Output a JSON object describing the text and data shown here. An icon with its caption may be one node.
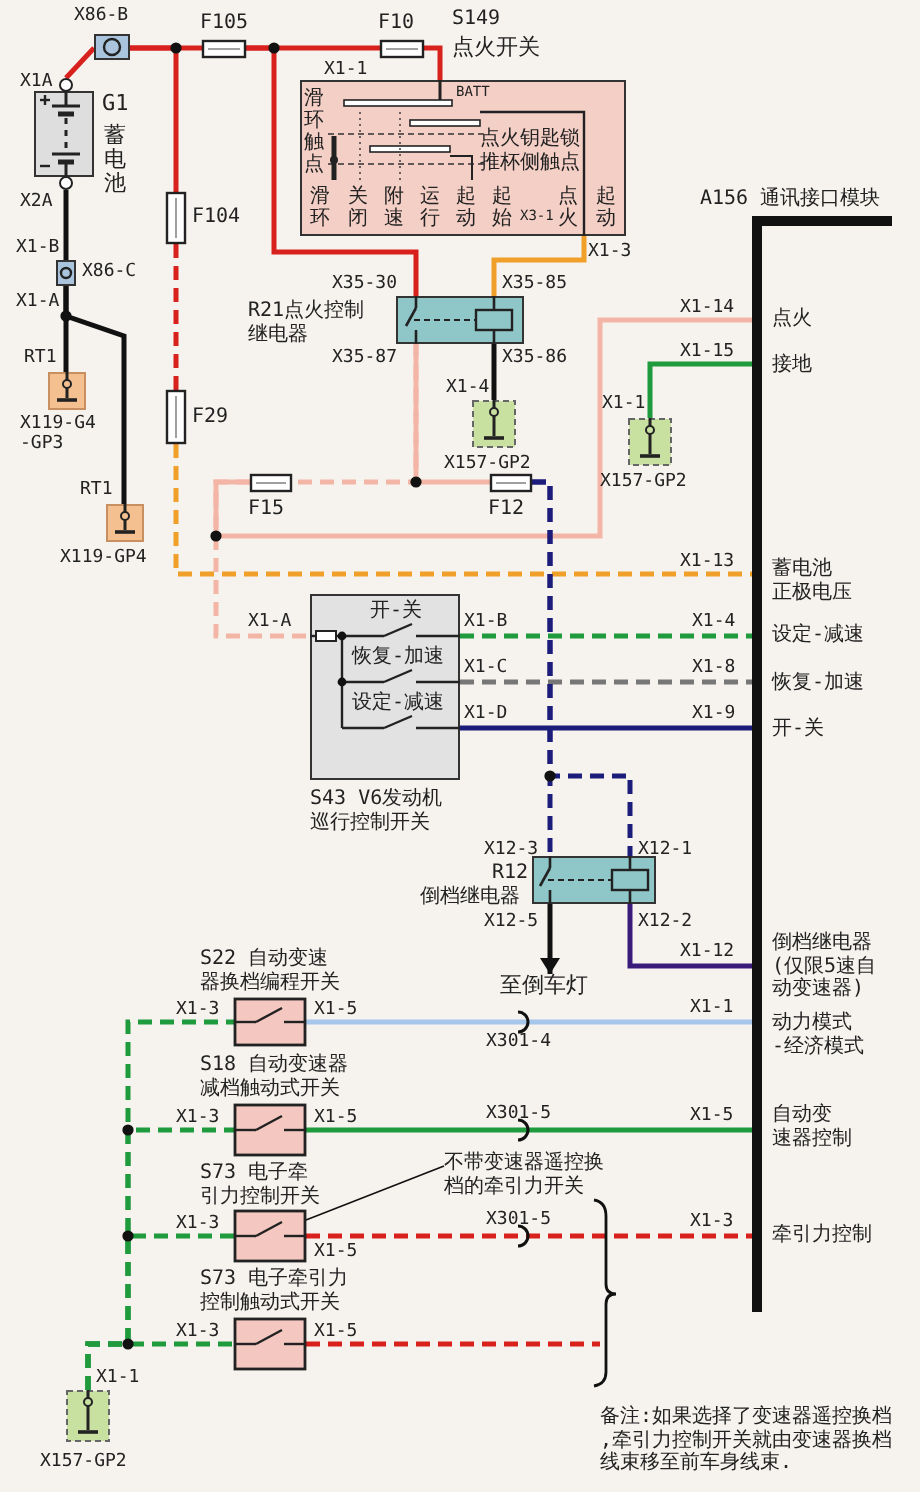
{
  "diagram": {
    "nodes": [
      {
        "text": [
          "X86-B"
        ]
      },
      {
        "text": [
          "G1",
          "蓄电池"
        ]
      },
      {
        "text": [
          "F105"
        ]
      },
      {
        "text": [
          "F10"
        ]
      },
      {
        "text": [
          "BATT",
          "滑环触点",
          "点火钥匙锁推杯侧触点",
          "滑环",
          "关闭",
          "附速",
          "运行",
          "起动",
          "起始",
          "X3-1",
          "点火",
          "起动"
        ]
      },
      {
        "text": [
          "F104"
        ]
      },
      {
        "text": [
          "R21点火控制继电器"
        ]
      },
      {
        "text": [
          "X86-C"
        ]
      },
      {
        "text": [
          "RT1",
          "X119-G4 -GP3"
        ]
      },
      {
        "text": [
          "X157-GP2"
        ]
      },
      {
        "text": [
          "X157-GP2"
        ]
      },
      {
        "text": [
          "F29"
        ]
      },
      {
        "text": [
          "RT1",
          "X119-GP4"
        ]
      },
      {
        "text": [
          "F15"
        ]
      },
      {
        "text": [
          "F12"
        ]
      },
      {
        "text": [
          "A156 通讯接口模块",
          "点火",
          "接地",
          "蓄电池正极电压",
          "设定-减速",
          "恢复-加速",
          "开-关",
          "倒档继电器(仅限5速自动变速器)",
          "动力模式-经济模式",
          "自动变速器控制",
          "牵引力控制"
        ]
      },
      {
        "text": [
          "开-关",
          "恢复-加速",
          "设定-减速",
          "S43 V6发动机巡行控制开关"
        ]
      },
      {
        "text": [
          "R12",
          "倒档继电器"
        ]
      },
      {
        "text": [
          "至倒车灯"
        ]
      },
      {
        "text": [
          "S22 自动变速器换档编程开关"
        ]
      },
      {
        "text": [
          "S18 自动变速器减档触动式开关"
        ]
      },
      {
        "text": [
          "不带变速器遥控换档的牵引力开关"
        ]
      },
      {
        "text": [
          "S73 电子牵引力控制开关"
        ]
      },
      {
        "text": [
          "S73 电子牵引力控制触动式开关"
        ]
      },
      {
        "text": [
          "X157-GP2"
        ]
      }
    ],
    "edges": [
      {
        "from": 0,
        "to": 1,
        "arrow": "none",
        "color": "#d8201c"
      },
      {
        "from": 0,
        "to": 2,
        "arrow": "none",
        "color": "#d8201c"
      },
      {
        "from": 2,
        "to": 3,
        "arrow": "none",
        "color": "#d8201c"
      },
      {
        "from": 3,
        "to": 4,
        "arrow": "none",
        "color": "#d8201c"
      },
      {
        "from": 0,
        "to": 5,
        "arrow": "none",
        "color": "#d8201c"
      },
      {
        "from": 2,
        "to": 6,
        "arrow": "none",
        "color": "#d8201c"
      },
      {
        "from": 4,
        "to": 6,
        "arrow": "none",
        "color": "#f0a028"
      },
      {
        "from": 1,
        "to": 7,
        "arrow": "none",
        "color": "#111111"
      },
      {
        "from": 7,
        "to": 8,
        "arrow": "none",
        "color": "#111111"
      },
      {
        "from": 7,
        "to": 12,
        "arrow": "none",
        "color": "#111111"
      },
      {
        "from": 5,
        "to": 11,
        "arrow": "none",
        "style": "dashed",
        "color": "#d8201c"
      },
      {
        "from": 11,
        "to": 15,
        "arrow": "none",
        "style": "dashed",
        "color": "#f0a028"
      },
      {
        "from": 6,
        "to": 9,
        "arrow": "none",
        "color": "#111111"
      },
      {
        "from": 6,
        "to": 13,
        "arrow": "none",
        "style": "dashed",
        "color": "#f3b5a5"
      },
      {
        "from": 6,
        "to": 14,
        "arrow": "none",
        "color": "#f3b5a5"
      },
      {
        "from": 13,
        "to": 15,
        "arrow": "none",
        "color": "#f3b5a5"
      },
      {
        "from": 13,
        "to": 16,
        "arrow": "none",
        "style": "dashed",
        "color": "#f3b5a5"
      },
      {
        "from": 15,
        "to": 10,
        "arrow": "none",
        "color": "#1f9a3c"
      },
      {
        "from": 16,
        "to": 15,
        "arrow": "none",
        "style": "dashed",
        "color": "#1f9a3c"
      },
      {
        "from": 16,
        "to": 15,
        "arrow": "none",
        "style": "dashed",
        "color": "#777777"
      },
      {
        "from": 16,
        "to": 15,
        "arrow": "none",
        "color": "#1c1c7a"
      },
      {
        "from": 14,
        "to": 17,
        "arrow": "none",
        "style": "dashed",
        "color": "#1c1c7a"
      },
      {
        "from": 14,
        "to": 17,
        "arrow": "none",
        "style": "dashed",
        "color": "#1c1c7a"
      },
      {
        "from": 17,
        "to": 18,
        "arrow": "to",
        "color": "#111111"
      },
      {
        "from": 17,
        "to": 15,
        "arrow": "none",
        "color": "#3a1a7a"
      },
      {
        "from": 24,
        "to": 19,
        "arrow": "none",
        "style": "dashed",
        "color": "#1f9a3c"
      },
      {
        "from": 24,
        "to": 20,
        "arrow": "none",
        "style": "dashed",
        "color": "#1f9a3c"
      },
      {
        "from": 24,
        "to": 22,
        "arrow": "none",
        "style": "dashed",
        "color": "#1f9a3c"
      },
      {
        "from": 24,
        "to": 23,
        "arrow": "none",
        "style": "dashed",
        "color": "#1f9a3c"
      },
      {
        "from": 19,
        "to": 15,
        "arrow": "none",
        "color": "#a6c6ec"
      },
      {
        "from": 20,
        "to": 15,
        "arrow": "none",
        "color": "#1f9a3c"
      },
      {
        "from": 22,
        "to": 15,
        "arrow": "none",
        "style": "dashed",
        "color": "#d8201c"
      },
      {
        "from": 23,
        "to": null,
        "arrow": "none",
        "style": "dashed",
        "color": "#d8201c"
      },
      {
        "from": 21,
        "to": 22,
        "arrow": "none",
        "color": "#111111"
      }
    ],
    "labels": [
      "S149",
      "点火开关",
      "X1A",
      "X2A",
      "X1-B",
      "X1-A",
      "X1-1",
      "X1-3",
      "X35-30",
      "X35-85",
      "X35-87",
      "X35-86",
      "X1-4",
      "X1-14",
      "X1-15",
      "X1-1",
      "X1-13",
      "X1-A",
      "X1-B",
      "X1-4",
      "X1-C",
      "X1-8",
      "X1-D",
      "X1-9",
      "X12-3",
      "X12-1",
      "X12-5",
      "X12-2",
      "X1-12",
      "X1-3",
      "X1-5",
      "X1-1",
      "X301-4",
      "X1-3",
      "X1-5",
      "X301-5",
      "X1-5",
      "X1-3",
      "X1-5",
      "X301-5",
      "X1-3",
      "X1-3",
      "X1-5",
      "X1-1",
      "备注:如果选择了变速器遥控换档,牵引力控制开关就由变速器换档线束移至前车身线束."
    ]
  }
}
